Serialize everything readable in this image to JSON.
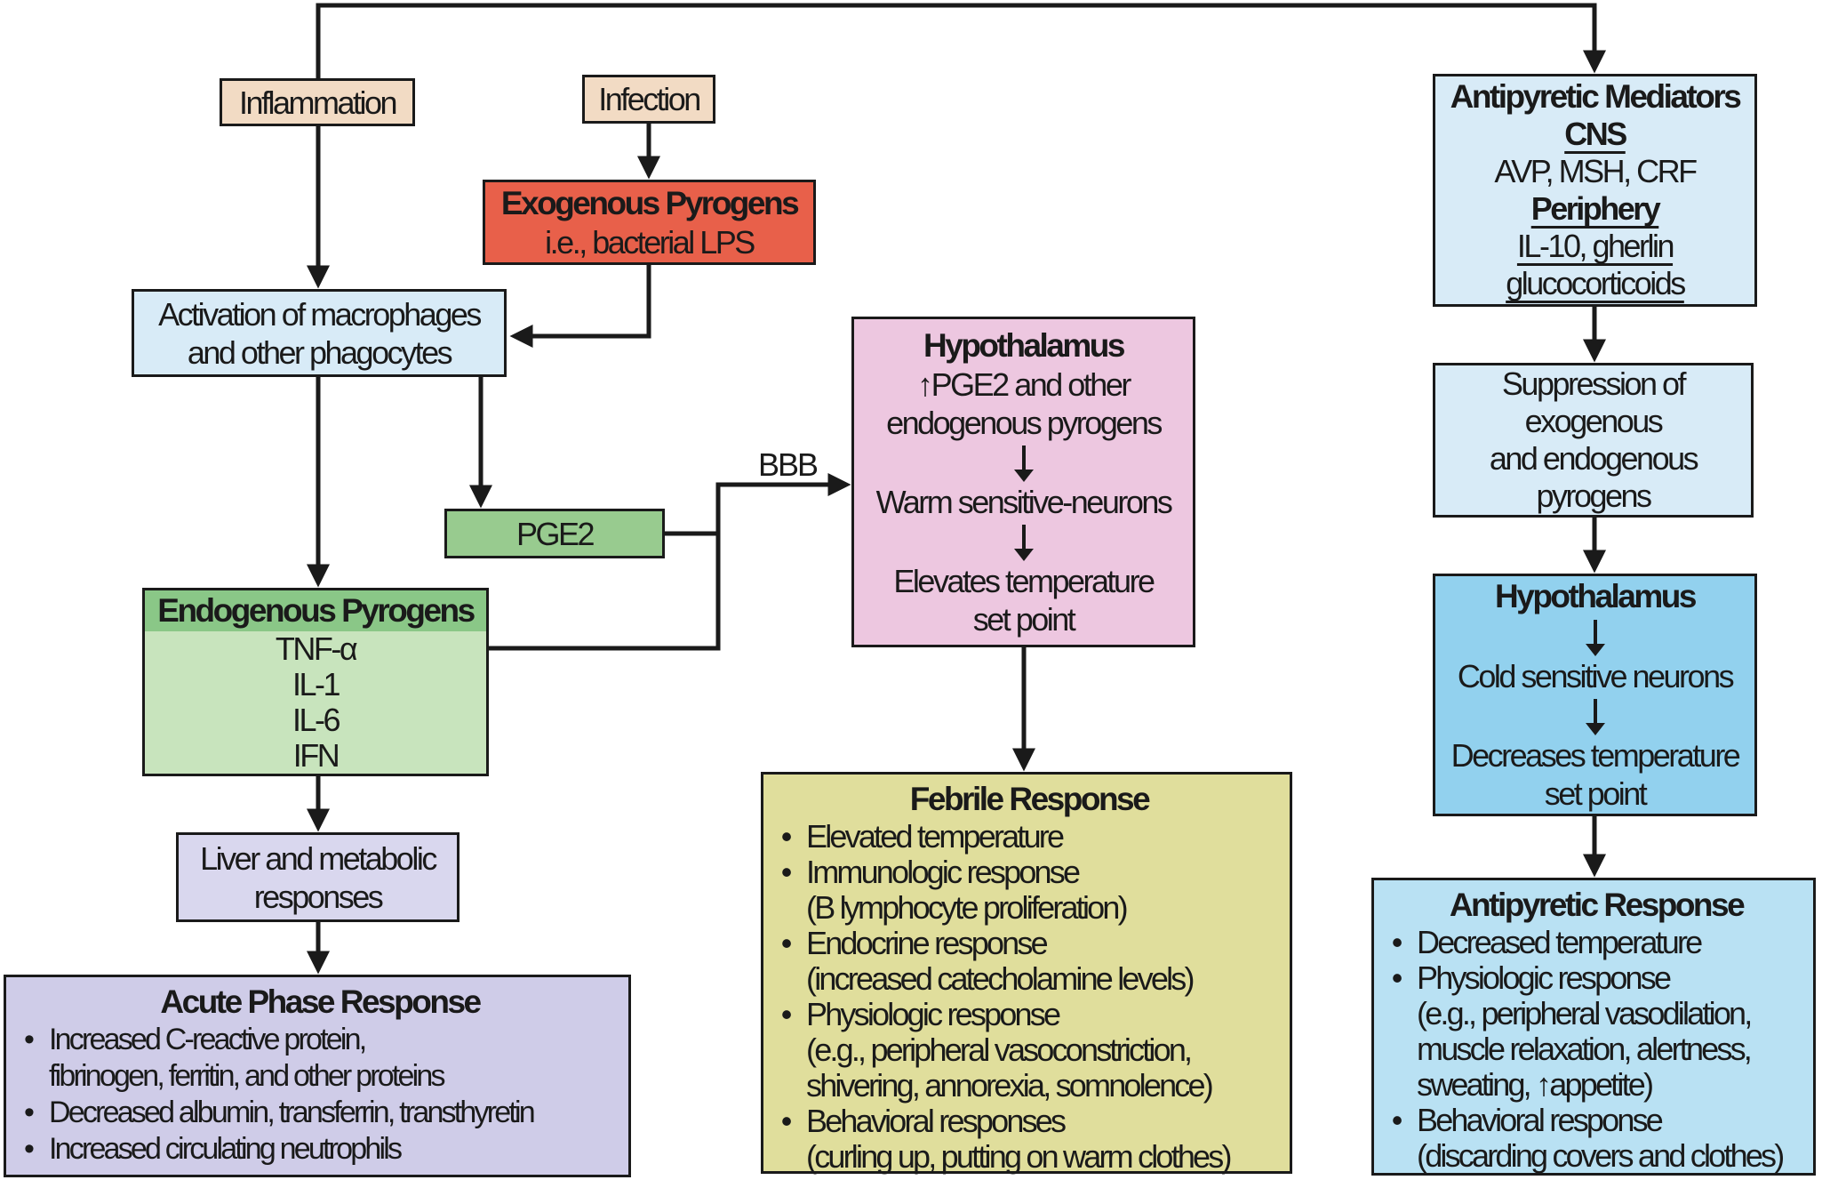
{
  "diagram": {
    "labels": {
      "bbb": "BBB"
    },
    "colors": {
      "stimulus_tan": "#F2DBC4",
      "exogenous_red": "#E8604A",
      "light_blue": "#D8EBF7",
      "green_medium": "#98CB8F",
      "green_header": "#8AC787",
      "green_body": "#C8E4BD",
      "lavender_light": "#D9D7EE",
      "lavender": "#CFCCE8",
      "pink": "#EDC7E0",
      "khaki": "#E0DE9C",
      "blue_medium": "#92D1EE",
      "blue_response": "#B9E1F3",
      "line": "#1a1a1a"
    },
    "nodes": {
      "inflammation": {
        "label": "Inflammation"
      },
      "infection": {
        "label": "Infection"
      },
      "exogenous_pyrogens": {
        "title": "Exogenous Pyrogens",
        "subtitle": "i.e., bacterial LPS"
      },
      "macrophage_activation": {
        "text": "Activation of macrophages\nand other phagocytes"
      },
      "pge2": {
        "label": "PGE2"
      },
      "endogenous_pyrogens": {
        "title": "Endogenous Pyrogens",
        "items": [
          "TNF-α",
          "IL-1",
          "IL-6",
          "IFN"
        ]
      },
      "liver": {
        "text": "Liver and metabolic\nresponses"
      },
      "acute_phase": {
        "title": "Acute Phase Response",
        "bullets": [
          "Increased C-reactive protein,\nfibrinogen, ferritin, and other proteins",
          "Decreased albumin, transferrin, transthyretin",
          "Increased circulating neutrophils"
        ]
      },
      "hypothalamus_febrile": {
        "title": "Hypothalamus",
        "step1": "↑PGE2 and other\nendogenous pyrogens",
        "step2": "Warm sensitive-neurons",
        "step3": "Elevates temperature\nset point"
      },
      "febrile_response": {
        "title": "Febrile Response",
        "bullets": [
          "Elevated temperature",
          "Immunologic response\n(B lymphocyte proliferation)",
          "Endocrine response\n(increased catecholamine levels)",
          "Physiologic response\n(e.g., peripheral vasoconstriction,\nshivering, annorexia, somnolence)",
          "Behavioral responses\n(curling up, putting on warm clothes)"
        ]
      },
      "antipyretic_mediators": {
        "title": "Antipyretic Mediators",
        "cns_heading": "CNS",
        "cns_items": "AVP, MSH, CRF",
        "periphery_heading": "Periphery",
        "periphery_line1": "IL-10, gherlin",
        "periphery_line2": "glucocorticoids"
      },
      "suppression": {
        "text": "Suppression of\nexogenous\nand endogenous\npyrogens"
      },
      "hypothalamus_antipyretic": {
        "title": "Hypothalamus",
        "step1": "Cold sensitive neurons",
        "step2": "Decreases temperature\nset point"
      },
      "antipyretic_response": {
        "title": "Antipyretic Response",
        "bullets": [
          "Decreased temperature",
          "Physiologic response\n(e.g., peripheral vasodilation,\nmuscle relaxation, alertness,\nsweating, ↑appetite)",
          "Behavioral response\n(discarding covers and clothes)"
        ]
      }
    }
  }
}
